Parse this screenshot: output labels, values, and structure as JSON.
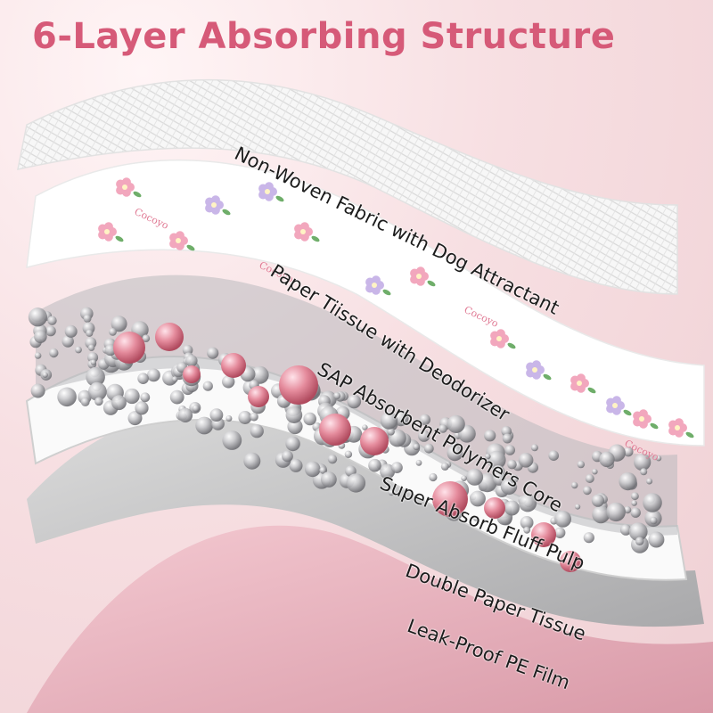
{
  "title": "6-Layer Absorbing Structure",
  "brand_text": "Cocoyo",
  "layers": [
    {
      "label": "Non-Woven Fabric with Dog Attractant"
    },
    {
      "label": "Paper Tiissue with Deodorizer"
    },
    {
      "label": "SAP Absorbent Polymers Core"
    },
    {
      "label": "Super Absorb Fluff Pulp"
    },
    {
      "label": "Double Paper Tissue"
    },
    {
      "label": "Leak-Proof PE Film"
    }
  ],
  "colors": {
    "title": "#d65a78",
    "background": "#f3d9dc",
    "pe_film": "#e8b2bd",
    "sap_bead": "#e08a9a"
  }
}
